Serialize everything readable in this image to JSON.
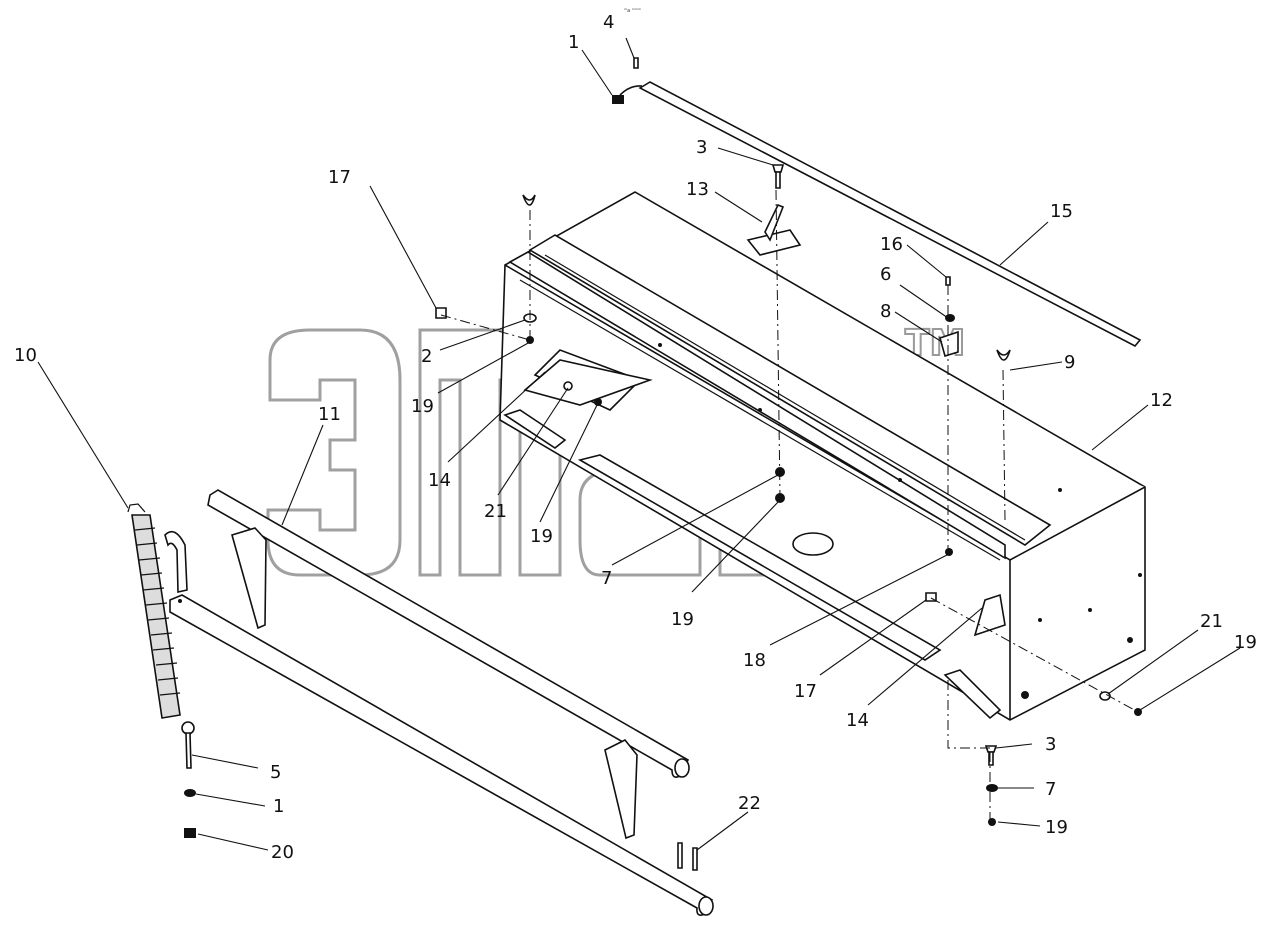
{
  "tiny_text": "ᵐa ᵐᵐᵐ",
  "watermark_tm": "TM",
  "callouts": [
    {
      "id": "c1a",
      "text": "1"
    },
    {
      "id": "c4",
      "text": "4"
    },
    {
      "id": "c3a",
      "text": "3"
    },
    {
      "id": "c13",
      "text": "13"
    },
    {
      "id": "c15",
      "text": "15"
    },
    {
      "id": "c17a",
      "text": "17"
    },
    {
      "id": "c16",
      "text": "16"
    },
    {
      "id": "c6",
      "text": "6"
    },
    {
      "id": "c8",
      "text": "8"
    },
    {
      "id": "c9",
      "text": "9"
    },
    {
      "id": "c2",
      "text": "2"
    },
    {
      "id": "c10",
      "text": "10"
    },
    {
      "id": "c19a",
      "text": "19"
    },
    {
      "id": "c11",
      "text": "11"
    },
    {
      "id": "c12",
      "text": "12"
    },
    {
      "id": "c14a",
      "text": "14"
    },
    {
      "id": "c21a",
      "text": "21"
    },
    {
      "id": "c19b",
      "text": "19"
    },
    {
      "id": "c7a",
      "text": "7"
    },
    {
      "id": "c19c",
      "text": "19"
    },
    {
      "id": "c18",
      "text": "18"
    },
    {
      "id": "c21b",
      "text": "21"
    },
    {
      "id": "c19d",
      "text": "19"
    },
    {
      "id": "c17b",
      "text": "17"
    },
    {
      "id": "c14b",
      "text": "14"
    },
    {
      "id": "c3b",
      "text": "3"
    },
    {
      "id": "c5",
      "text": "5"
    },
    {
      "id": "c22",
      "text": "22"
    },
    {
      "id": "c7b",
      "text": "7"
    },
    {
      "id": "c1b",
      "text": "1"
    },
    {
      "id": "c19e",
      "text": "19"
    },
    {
      "id": "c20",
      "text": "20"
    }
  ]
}
